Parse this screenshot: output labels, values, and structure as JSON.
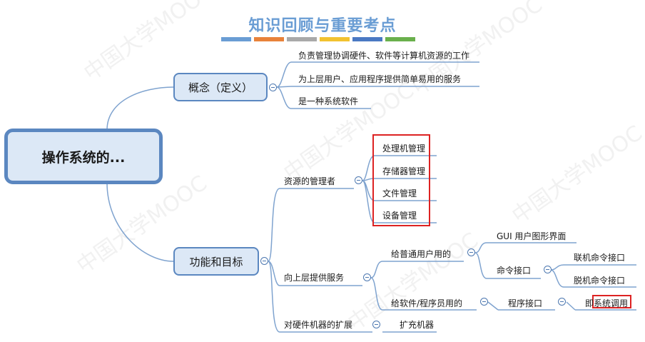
{
  "title": "知识回顾与重要考点",
  "title_color_bar": [
    "#6a9dd4",
    "#e8823a",
    "#a9a9a9",
    "#f2c230",
    "#4a79c3",
    "#6ab04c"
  ],
  "watermark": "中国大学MOOC",
  "root": "操作系统的...",
  "concept": {
    "label": "概念（定义）",
    "items": [
      "负责管理协调硬件、软件等计算机资源的工作",
      "为上层用户、应用程序提供简单易用的服务",
      "是一种系统软件"
    ]
  },
  "function": {
    "label": "功能和目标",
    "resource_manager": {
      "label": "资源的管理者",
      "items": [
        "处理机管理",
        "存储器管理",
        "文件管理",
        "设备管理"
      ]
    },
    "services": {
      "label": "向上层提供服务",
      "normal_users": {
        "label": "给普通用户用的",
        "gui": "GUI 用户图形界面",
        "command": {
          "label": "命令接口",
          "items": [
            "联机命令接口",
            "脱机命令接口"
          ]
        }
      },
      "programmers": {
        "label": "给软件/程序员用的",
        "program_interface": "程序接口",
        "system_call": "即系统调用"
      }
    },
    "extension": {
      "label": "对硬件机器的扩展",
      "item": "扩充机器"
    }
  }
}
